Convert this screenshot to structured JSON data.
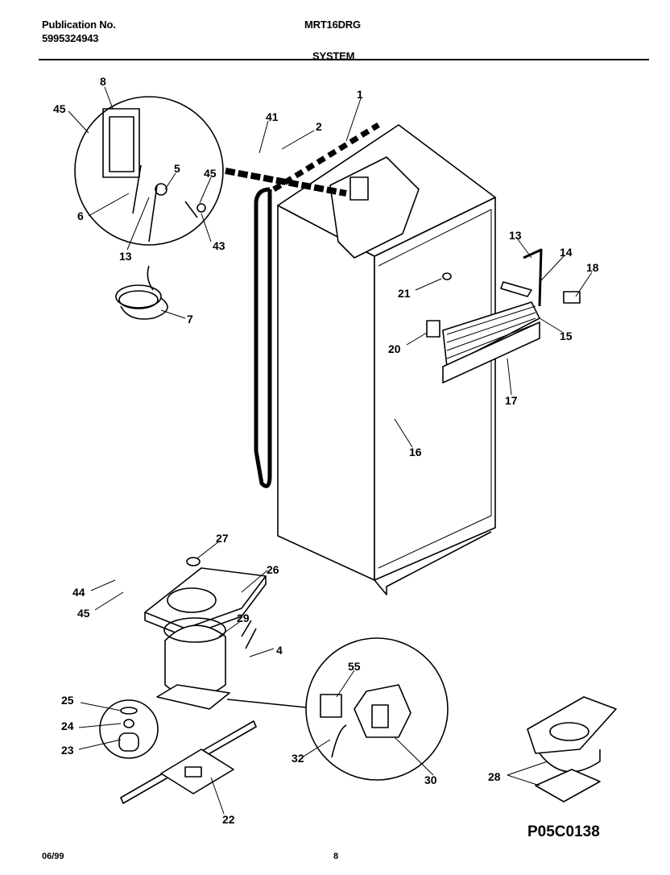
{
  "header": {
    "publication_label": "Publication No.",
    "publication_number": "5995324943",
    "model": "MRT16DRG",
    "section": "SYSTEM"
  },
  "callouts": [
    "1",
    "2",
    "4",
    "5",
    "6",
    "7",
    "8",
    "13",
    "13",
    "14",
    "15",
    "16",
    "17",
    "18",
    "20",
    "21",
    "22",
    "23",
    "24",
    "25",
    "26",
    "27",
    "28",
    "29",
    "30",
    "32",
    "41",
    "43",
    "44",
    "45",
    "45",
    "45",
    "55"
  ],
  "footer": {
    "date": "06/99",
    "page": "8",
    "diagram_code": "P05C0138"
  }
}
